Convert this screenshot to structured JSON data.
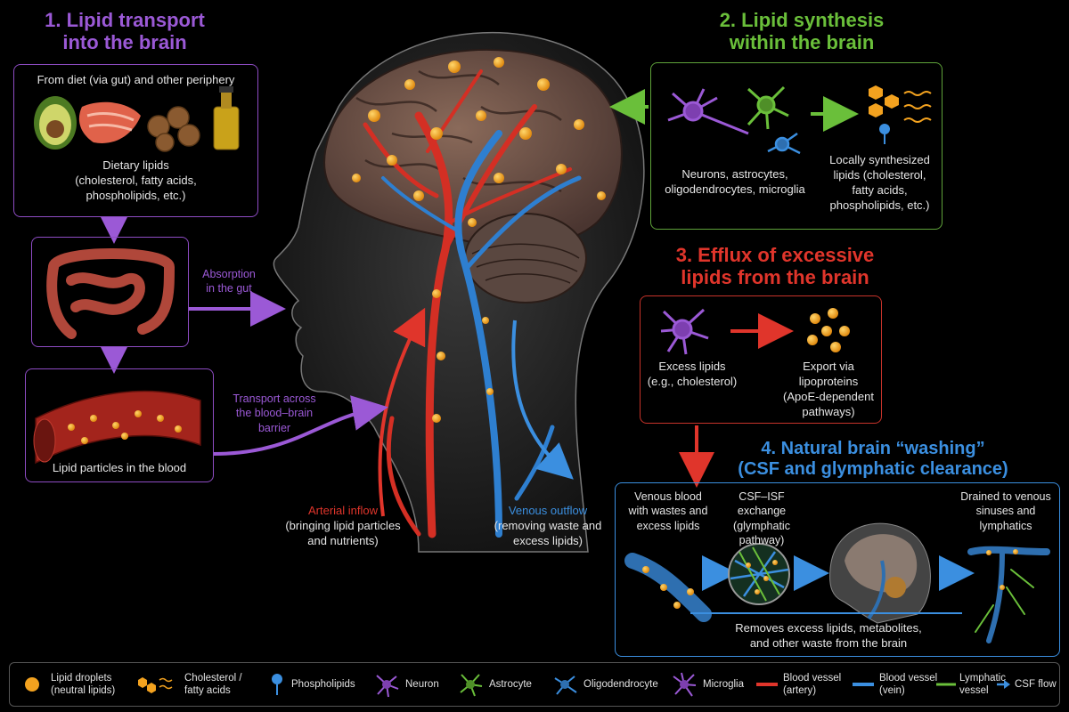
{
  "sections": {
    "s1_title_line1": "1. Lipid transport",
    "s1_title_line2": "into the brain",
    "s2_title_line1": "2. Lipid synthesis",
    "s2_title_line2": "within the brain",
    "s3_title_line1": "3. Efflux of excessive",
    "s3_title_line2": "lipids from the brain",
    "s4_title_line1": "4. Natural brain “washing”",
    "s4_title_line2": "(CSF and glymphatic clearance)"
  },
  "panel1": {
    "diet_heading": "From diet (via gut) and other periphery",
    "dietary_lipids": [
      "Dietary lipids",
      "(cholesterol, fatty acids,",
      "phospholipids, etc.)"
    ],
    "absorption": [
      "Absorption",
      "in the gut"
    ],
    "transport": [
      "Transport across",
      "the blood–brain",
      "barrier"
    ],
    "blood_particles": "Lipid particles in the blood"
  },
  "panel2": {
    "cells": [
      "Neurons, astrocytes,",
      "oligodendrocytes, microglia"
    ],
    "synth": [
      "Locally synthesized",
      "lipids (cholesterol,",
      "fatty acids,",
      "phospholipids, etc.)"
    ]
  },
  "panel3": {
    "excess": [
      "Excess lipids",
      "(e.g., cholesterol)"
    ],
    "export": [
      "Export via",
      "lipoproteins",
      "(ApoE-dependent",
      "pathways)"
    ]
  },
  "center": {
    "arterial_title": "Arterial inflow",
    "arterial_sub": [
      "(bringing lipid particles",
      "and nutrients)"
    ],
    "venous_title": "Venous outflow",
    "venous_sub": [
      "(removing waste and",
      "excess lipids)"
    ]
  },
  "panel4": {
    "venous": [
      "Venous blood",
      "with wastes and",
      "excess lipids"
    ],
    "csf": [
      "CSF–ISF exchange",
      "(glymphatic",
      "pathway)"
    ],
    "drained": [
      "Drained to venous",
      "sinuses and",
      "lymphatics"
    ],
    "removes": [
      "Removes excess lipids, metabolites,",
      "and other waste from the brain"
    ]
  },
  "legend": [
    {
      "icon": "lipid-droplet-icon",
      "label": [
        "Lipid droplets",
        "(neutral lipids)"
      ]
    },
    {
      "icon": "cholesterol-icon",
      "label": [
        "Cholesterol /",
        "fatty acids"
      ]
    },
    {
      "icon": "phospholipid-icon",
      "label": [
        "Phospholipids"
      ]
    },
    {
      "icon": "neuron-icon",
      "label": [
        "Neuron"
      ]
    },
    {
      "icon": "astrocyte-icon",
      "label": [
        "Astrocyte"
      ]
    },
    {
      "icon": "oligodendrocyte-icon",
      "label": [
        "Oligodendrocyte"
      ]
    },
    {
      "icon": "microglia-icon",
      "label": [
        "Microglia"
      ]
    },
    {
      "icon": "artery-icon",
      "label": [
        "Blood vessel",
        "(artery)"
      ]
    },
    {
      "icon": "vein-icon",
      "label": [
        "Blood vessel",
        "(vein)"
      ]
    },
    {
      "icon": "lymphatic-icon",
      "label": [
        "Lymphatic",
        "vessel"
      ]
    },
    {
      "icon": "csf-flow-icon",
      "label": [
        "CSF flow"
      ]
    }
  ],
  "colors": {
    "purple": "#9b59d6",
    "green": "#6abf3a",
    "red": "#e0352b",
    "blue": "#3b8fe0",
    "lipid_orange": "#f3a21f"
  }
}
